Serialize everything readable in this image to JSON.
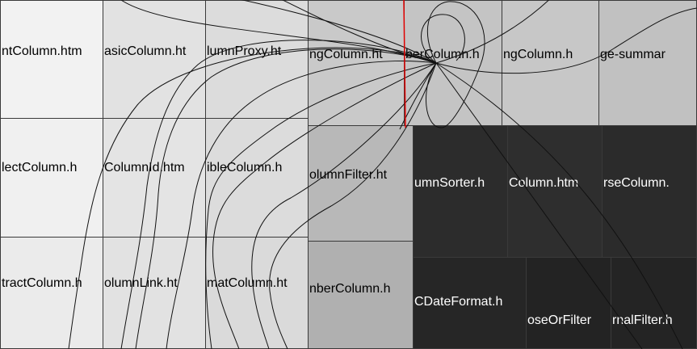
{
  "diagram": {
    "type": "treemap-with-edges",
    "colors": {
      "border": "#3a3a3a",
      "edge": "#111111",
      "highlight_edge": "#e00000",
      "label_on_light": "#000000",
      "label_on_dark": "#ffffff"
    },
    "cells": [
      {
        "label": "ntColumn.htm",
        "fill": "#f2f2f2",
        "dark": false
      },
      {
        "label": "asicColumn.ht",
        "fill": "#e2e2e2",
        "dark": false
      },
      {
        "label": "lumnProxy.ht",
        "fill": "#dcdcdc",
        "dark": false
      },
      {
        "label": "lectColumn.h",
        "fill": "#f0f0f0",
        "dark": false
      },
      {
        "label": "ColumnId.htm",
        "fill": "#e4e4e4",
        "dark": false
      },
      {
        "label": "ibleColumn.h",
        "fill": "#dcdcdc",
        "dark": false
      },
      {
        "label": "tractColumn.h",
        "fill": "#ebebeb",
        "dark": false
      },
      {
        "label": "olumnLink.ht",
        "fill": "#e2e2e2",
        "dark": false
      },
      {
        "label": "matColumn.ht",
        "fill": "#dadada",
        "dark": false
      },
      {
        "label": "ngColumn.ht",
        "fill": "#c9c9c9",
        "dark": false
      },
      {
        "label": "berColumn.h",
        "fill": "#c4c4c4",
        "dark": false
      },
      {
        "label": "ngColumn.h",
        "fill": "#c7c7c7",
        "dark": false
      },
      {
        "label": "ge-summar",
        "fill": "#c1c1c1",
        "dark": false
      },
      {
        "label": "olumnFilter.ht",
        "fill": "#b8b8b8",
        "dark": false
      },
      {
        "label": "nberColumn.h",
        "fill": "#b0b0b0",
        "dark": false
      },
      {
        "label": "umnSorter.h",
        "fill": "#2c2c2c",
        "dark": true
      },
      {
        "label": "Column.htm",
        "fill": "#2e2e2e",
        "dark": true
      },
      {
        "label": "rseColumn.",
        "fill": "#2b2b2b",
        "dark": true
      },
      {
        "label": "CDateFormat.h",
        "fill": "#262626",
        "dark": true
      },
      {
        "label": "oseOrFilter",
        "fill": "#232323",
        "dark": true
      },
      {
        "label": "rnalFilter.h",
        "fill": "#242424",
        "dark": true
      }
    ]
  }
}
